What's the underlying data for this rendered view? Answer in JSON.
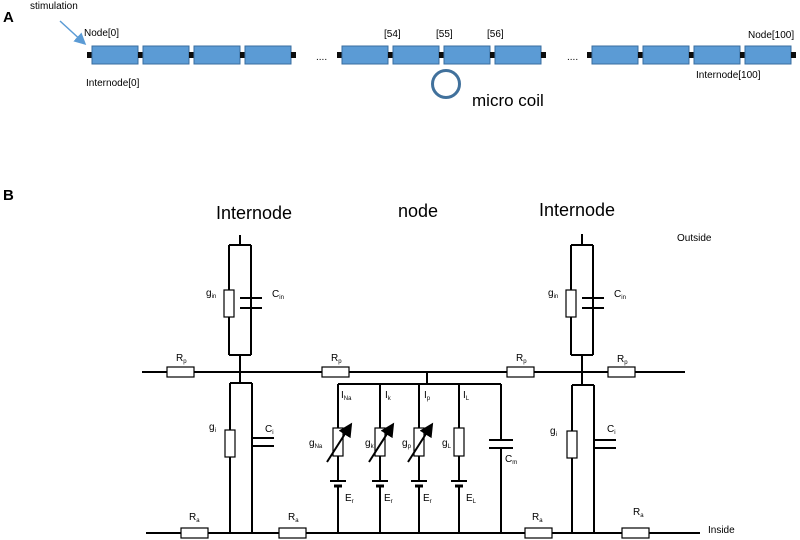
{
  "panel_a": {
    "letter": "A",
    "stimulation_label": "stimulation",
    "node_first_label": "Node[0]",
    "node_last_label": "Node[100]",
    "internode_first_label": "Internode[0]",
    "internode_last_label": "Internode[100]",
    "ellipsis": "....",
    "index_labels": [
      "[54]",
      "[55]",
      "[56]"
    ],
    "coil_label": "micro coil",
    "segment_color": "#5b9bd5",
    "node_color": "#0d0d0d",
    "coil_color": "#41719c",
    "arrow_color": "#5b9bd5"
  },
  "panel_b": {
    "letter": "B",
    "internode_left_title": "Internode",
    "node_title": "node",
    "internode_right_title": "Internode",
    "outside_label": "Outside",
    "inside_label": "Inside",
    "g_main": "g",
    "C_main": "C",
    "R_main": "R",
    "I_main": "I",
    "E_main": "E",
    "sub_in": "in",
    "sub_i": "i",
    "sub_p": "p",
    "sub_a": "a",
    "sub_Na": "Na",
    "sub_k": "k",
    "sub_L": "L",
    "sub_m": "m",
    "sub_r": "r"
  }
}
